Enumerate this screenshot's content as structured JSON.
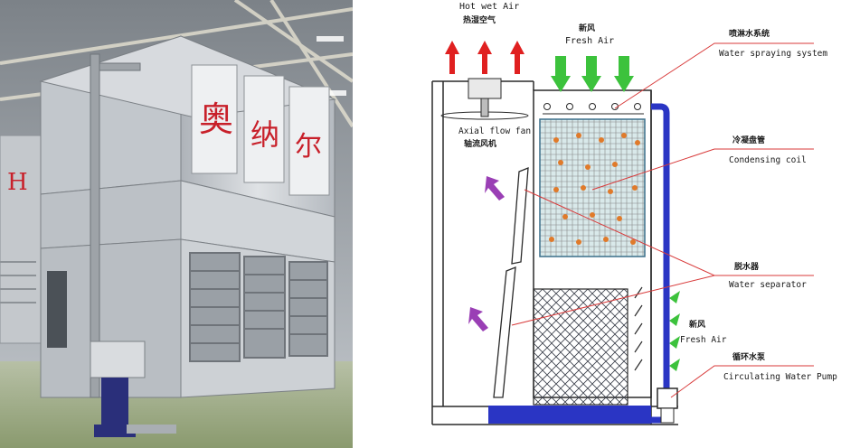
{
  "photo": {
    "sign_chars": [
      "奥",
      "纳",
      "尔"
    ],
    "side_sign_char": "H",
    "colors": {
      "sign_red": "#c8202a",
      "panel": "#c9ccd0"
    }
  },
  "diagram": {
    "labels": {
      "hot_wet_air_en": "Hot wet Air",
      "hot_wet_air_cn": "热湿空气",
      "fresh_air_top_cn": "新风",
      "fresh_air_top_en": "Fresh Air",
      "axial_fan_en": "Axial flow fan",
      "axial_fan_cn": "轴流风机",
      "spray_cn": "喷淋水系统",
      "spray_en": "Water spraying system",
      "coil_cn": "冷凝盘管",
      "coil_en": "Condensing coil",
      "separator_cn": "脱水器",
      "separator_en": "Water separator",
      "fresh_air_side_cn": "新风",
      "fresh_air_side_en": "Fresh Air",
      "pump_cn": "循环水泵",
      "pump_en": "Circulating Water Pump"
    },
    "colors": {
      "hot_air_arrow": "#e02020",
      "fresh_air_arrow": "#3cc23c",
      "exhaust_arrow": "#9a3fb5",
      "water_pipe": "#2a35c4",
      "leader_line": "#d83a3a"
    }
  }
}
